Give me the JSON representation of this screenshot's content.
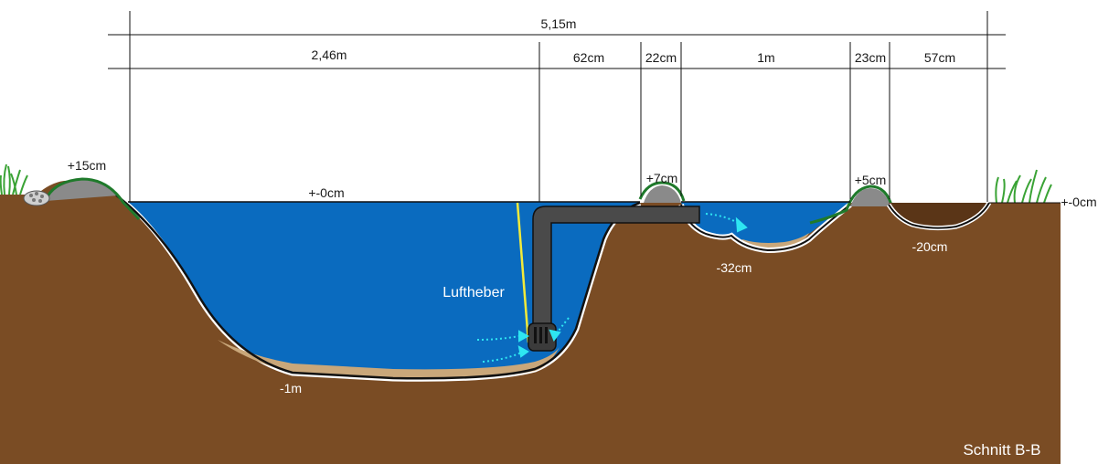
{
  "title": "Schnitt B-B",
  "dimensions": {
    "total": "5,15m",
    "segments": [
      "2,46m",
      "62cm",
      "22cm",
      "1m",
      "23cm",
      "57cm"
    ]
  },
  "levels": {
    "bank_left": "+15cm",
    "water_surface": "+-0cm",
    "wall_1": "+7cm",
    "wall_2": "+5cm",
    "ground_right": "+-0cm",
    "pond_bottom": "-1m",
    "filter_bottom": "-32cm",
    "bog_bottom": "-20cm"
  },
  "labels": {
    "airlift": "Luftheber"
  },
  "colors": {
    "soil": "#7a4c24",
    "water": "#0a6bbf",
    "sand": "#c9a77a",
    "liner": "#1f7a2b",
    "pipe": "#4a4a4a",
    "stone": "#8a8a8a",
    "air_tube": "#f2ea3a",
    "flow_arrow": "#2ee6f2"
  },
  "icons": [
    "grass-icon",
    "gravel-icon",
    "flow-arrow-icon"
  ]
}
